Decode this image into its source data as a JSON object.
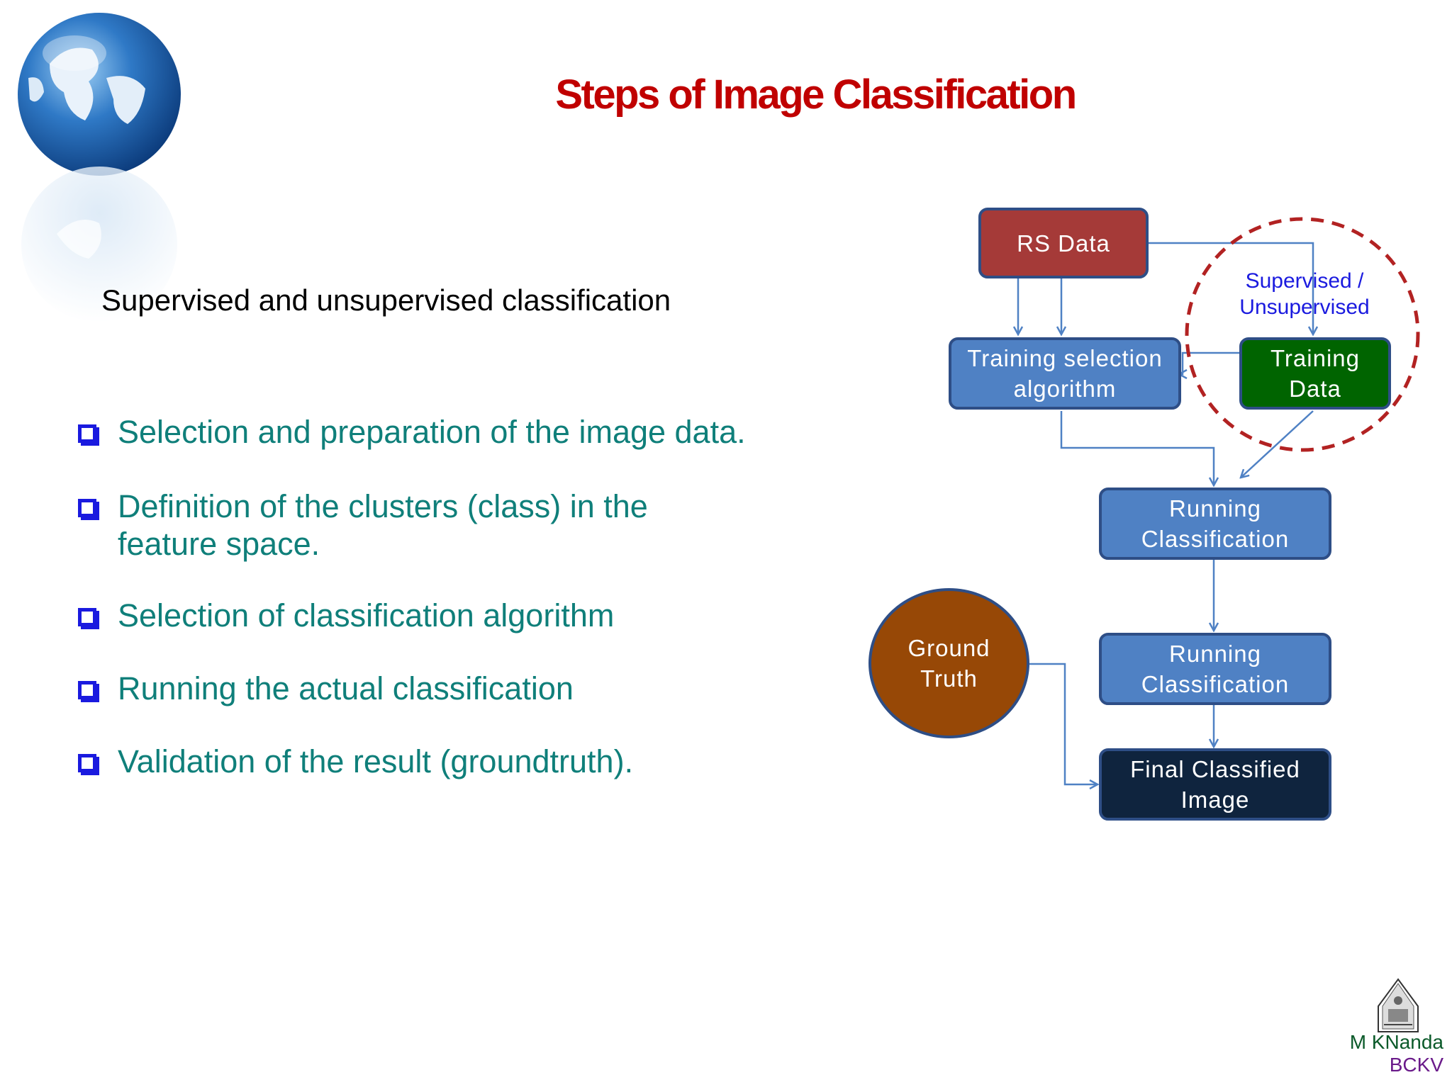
{
  "slide": {
    "title": "Steps of Image Classification",
    "subtitle": "Supervised and unsupervised classification",
    "bullets": [
      "Selection and preparation of the image data.",
      "Definition of the clusters (class) in the feature space.",
      "Selection of classification algorithm",
      "Running the actual classification",
      "Validation of the result (groundtruth)."
    ],
    "author": "M KNanda",
    "institution": "BCKV"
  },
  "diagram": {
    "nodes": {
      "rs_data": "RS Data",
      "supervised_label": "Supervised / Unsupervised",
      "training_selection": "Training selection algorithm",
      "training_data": "Training Data",
      "running_1": "Running Classification",
      "running_2": "Running Classification",
      "ground_truth": "Ground Truth",
      "final": "Final Classified Image"
    },
    "colors": {
      "rs_data": "#a53a38",
      "blue_box": "#4f81c4",
      "training_data": "#006400",
      "ground_truth": "#974806",
      "final": "#0f243e",
      "arrow": "#4f81c4",
      "dashed_circle": "#b22222",
      "label_blue": "#1a1adf"
    }
  },
  "icons": [
    "globe-icon",
    "university-seal-logo",
    "checkbox-bullet-icon"
  ]
}
